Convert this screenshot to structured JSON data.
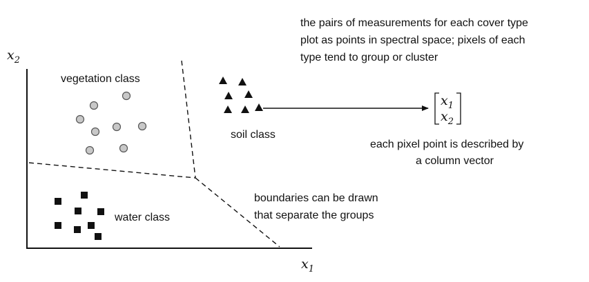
{
  "axes": {
    "y_label": {
      "base": "x",
      "sub": "2"
    },
    "x_label": {
      "base": "x",
      "sub": "1"
    }
  },
  "classes": {
    "vegetation": "vegetation class",
    "soil": "soil class",
    "water": "water class"
  },
  "annotations": {
    "top_note": [
      "the pairs of measurements for each cover type",
      "plot as points in spectral space; pixels of each",
      "type tend to group or cluster"
    ],
    "vector_note": [
      "each pixel point is described by",
      "a column vector"
    ],
    "boundary_note": [
      "boundaries can be drawn",
      "that separate the groups"
    ]
  },
  "column_vector": {
    "top": {
      "base": "x",
      "sub": "1"
    },
    "bottom": {
      "base": "x",
      "sub": "2"
    }
  },
  "colors": {
    "vegetation_fill": "#c8c8c8",
    "marker_dark": "#111111",
    "line": "#111111"
  }
}
